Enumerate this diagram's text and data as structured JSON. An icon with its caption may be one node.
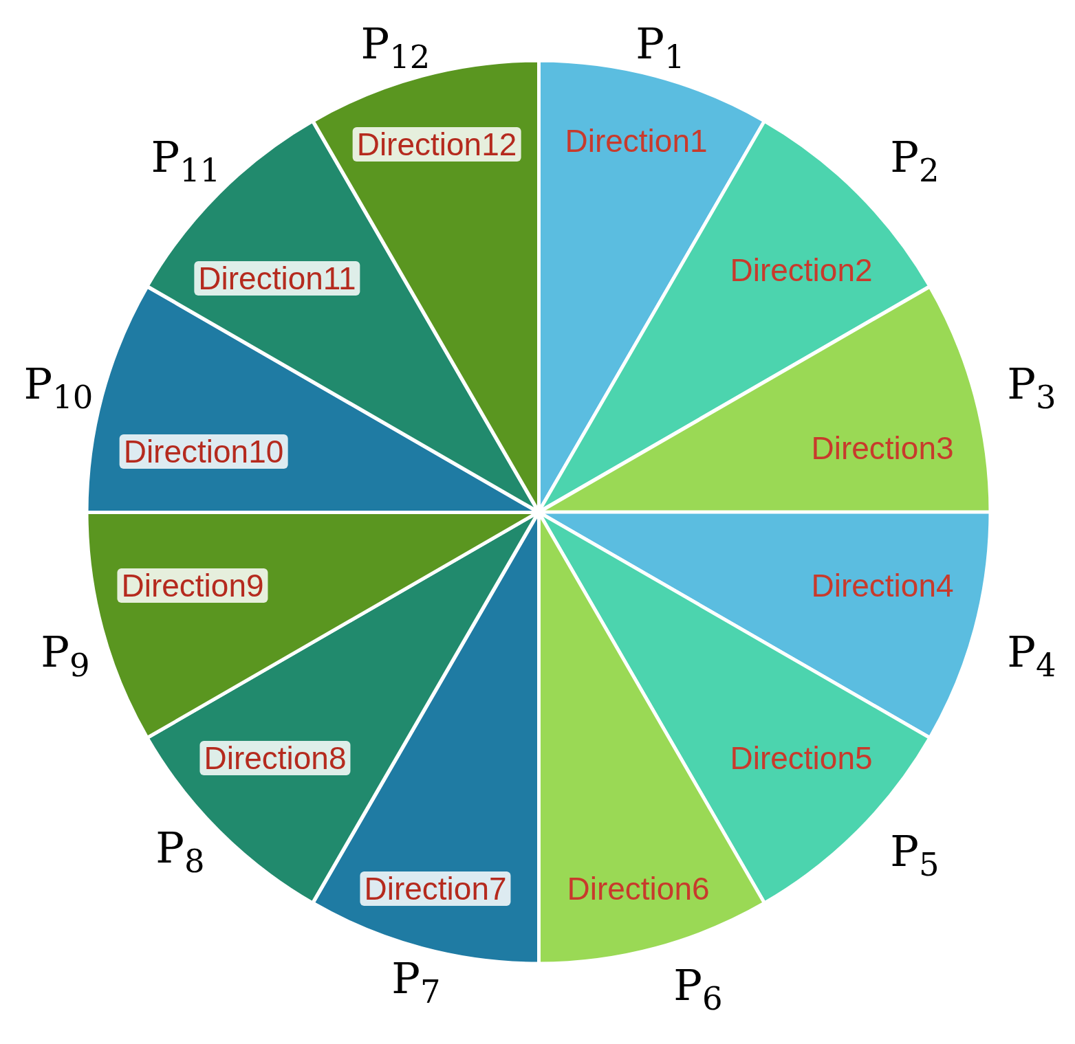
{
  "diagram": {
    "nodes": [
      {
        "text": [
          "Direction1"
        ],
        "beside": [
          "P$_{1}$"
        ]
      },
      {
        "text": [
          "Direction2"
        ],
        "beside": [
          "P$_{2}$"
        ]
      },
      {
        "text": [
          "Direction3"
        ],
        "beside": [
          "P$_{3}$"
        ]
      },
      {
        "text": [
          "Direction4"
        ],
        "beside": [
          "P$_{4}$"
        ]
      },
      {
        "text": [
          "Direction5"
        ],
        "beside": [
          "P$_{5}$"
        ]
      },
      {
        "text": [
          "Direction6"
        ],
        "beside": [
          "P$_{6}$"
        ]
      },
      {
        "text": [
          "Direction7"
        ],
        "beside": [
          "P$_{7}$"
        ]
      },
      {
        "text": [
          "Direction8"
        ],
        "beside": [
          "P$_{8}$"
        ]
      },
      {
        "text": [
          "Direction9"
        ],
        "beside": [
          "P$_{9}$"
        ]
      },
      {
        "text": [
          "Direction10"
        ],
        "beside": [
          "P$_{10}$"
        ]
      },
      {
        "text": [
          "Direction11"
        ],
        "beside": [
          "P$_{11}$"
        ]
      },
      {
        "text": [
          "Direction12"
        ],
        "beside": [
          "P$_{12}$"
        ]
      }
    ]
  }
}
